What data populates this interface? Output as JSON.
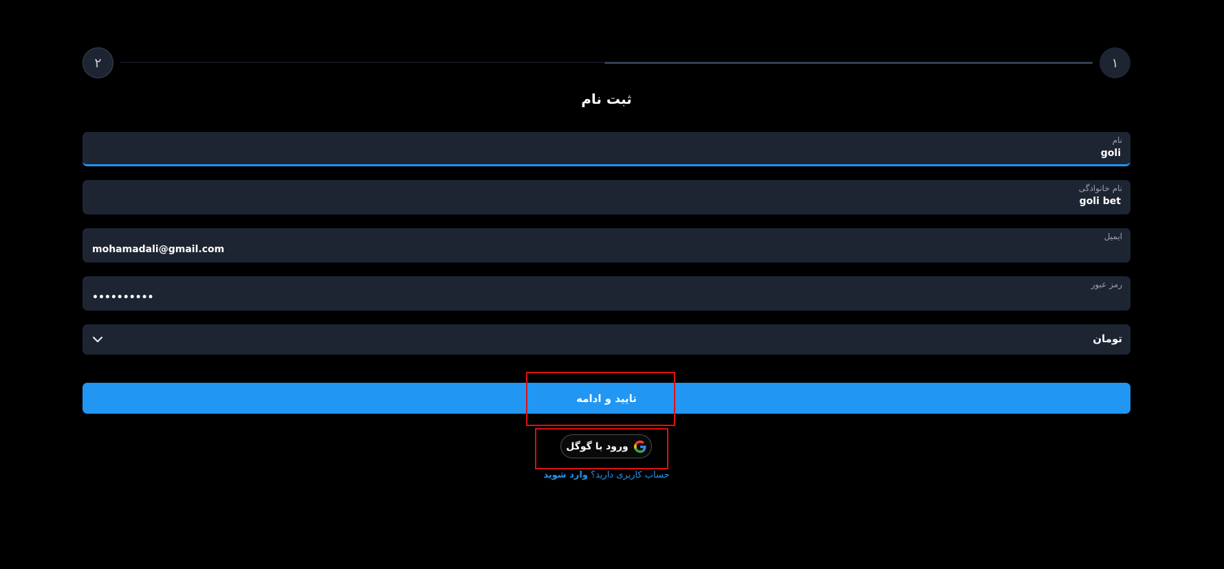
{
  "stepper": {
    "step_left": "۲",
    "step_right": "۱"
  },
  "page_title": "ثبت نام",
  "fields": {
    "first_name": {
      "label": "نام",
      "value": "goli"
    },
    "last_name": {
      "label": "نام خانوادگی",
      "value": "goli bet"
    },
    "email": {
      "label": "ایمیل",
      "value": "mohamadali@gmail.com"
    },
    "password": {
      "label": "رمز عبور",
      "value": "••••••••••"
    }
  },
  "currency_select": {
    "value": "تومان"
  },
  "submit_button": {
    "label": "تایید و ادامه"
  },
  "google_button": {
    "label": "ورود با گوگل"
  },
  "login_prompt": {
    "question": "حساب کاربری دارید؟",
    "link": "وارد شوید"
  },
  "colors": {
    "background": "#000000",
    "field_bg": "#1e2532",
    "accent": "#2196f3",
    "highlight": "#e01010"
  }
}
